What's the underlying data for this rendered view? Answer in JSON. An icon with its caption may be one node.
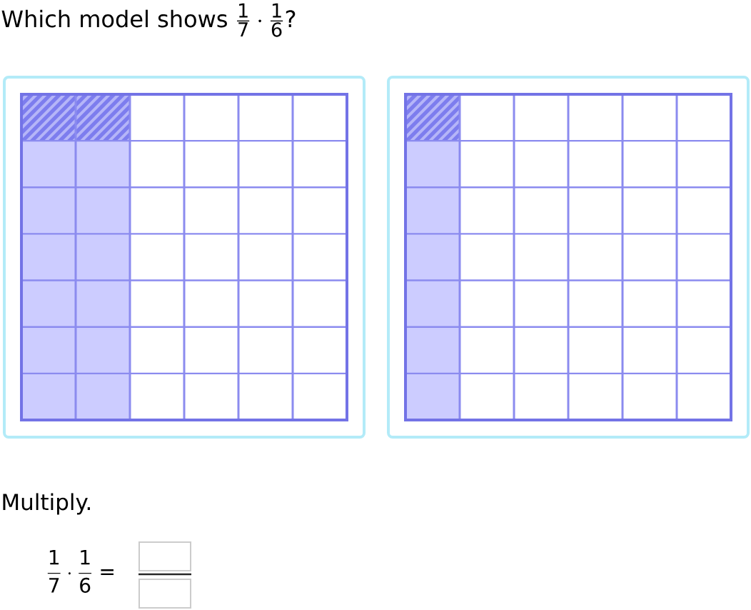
{
  "diagram": {
    "title": "\\text{Which model shows }\\frac{1}{7}\\cdot\\frac{1}{6}?",
    "labels": [
      "Multiply.",
      "\\frac{1}{7}\\cdot\\frac{1}{6}="
    ]
  }
}
